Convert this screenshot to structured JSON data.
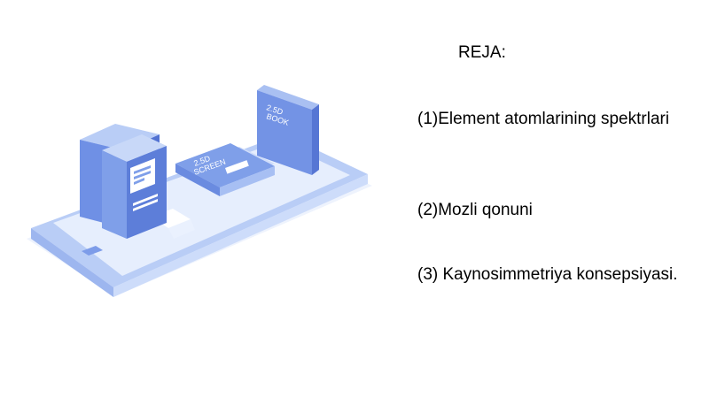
{
  "slide": {
    "title": "REJA:",
    "items": [
      "(1)Element atomlarining spektrlari",
      "(2)Mozli qonuni",
      "(3) Kaynosimmetriya konsepsiyasi."
    ]
  },
  "illustration": {
    "description_icon": "isometric-phone-books-icon",
    "book_top_label_line1": "2.5D",
    "book_top_label_line2": "BOOK",
    "screen_label_line1": "2.5D",
    "screen_label_line2": "SCREEN",
    "colors": {
      "primary": "#6e8fe6",
      "light": "#dce7fb",
      "mid": "#a9c0f2",
      "dark": "#4a6bcf"
    }
  }
}
